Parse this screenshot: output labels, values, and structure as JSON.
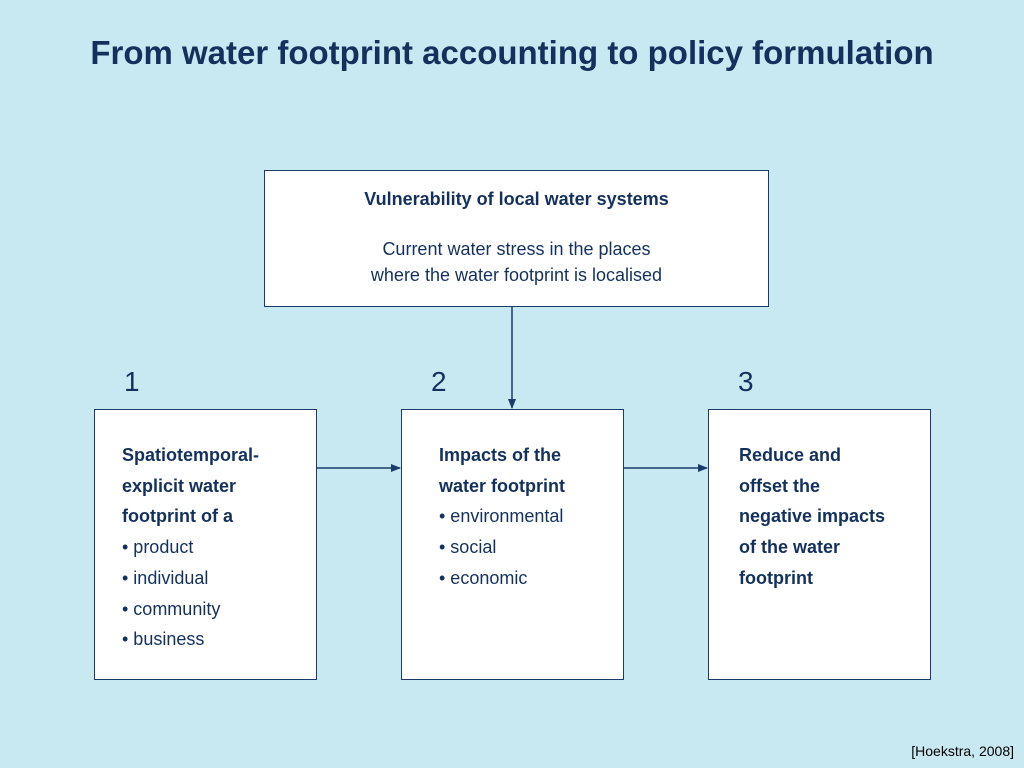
{
  "title": "From water footprint accounting to policy formulation",
  "top_box": {
    "heading": "Vulnerability of local water systems",
    "line1": "Current water stress in the places",
    "line2": "where the water footprint is localised"
  },
  "steps": [
    {
      "number": "1",
      "lines": [
        {
          "text": "Spatiotemporal-",
          "bold": true
        },
        {
          "text": "explicit water",
          "bold": true
        },
        {
          "text": "footprint of a",
          "bold": true
        },
        {
          "text": "• product",
          "bold": false
        },
        {
          "text": "• individual",
          "bold": false
        },
        {
          "text": "• community",
          "bold": false
        },
        {
          "text": "• business",
          "bold": false
        }
      ]
    },
    {
      "number": "2",
      "lines": [
        {
          "text": "Impacts of the",
          "bold": true
        },
        {
          "text": "water footprint",
          "bold": true
        },
        {
          "text": "• environmental",
          "bold": false
        },
        {
          "text": "• social",
          "bold": false
        },
        {
          "text": "• economic",
          "bold": false
        }
      ]
    },
    {
      "number": "3",
      "lines": [
        {
          "text": "Reduce and",
          "bold": true
        },
        {
          "text": "offset the",
          "bold": true
        },
        {
          "text": "negative impacts",
          "bold": true
        },
        {
          "text": "of the water",
          "bold": true
        },
        {
          "text": "footprint",
          "bold": true
        }
      ]
    }
  ],
  "source": "[Hoekstra, 2008]",
  "colors": {
    "background": "#c8e9f2",
    "text": "#13315c",
    "box_border": "#1a3a6a",
    "arrow": "#1a3a6a"
  }
}
